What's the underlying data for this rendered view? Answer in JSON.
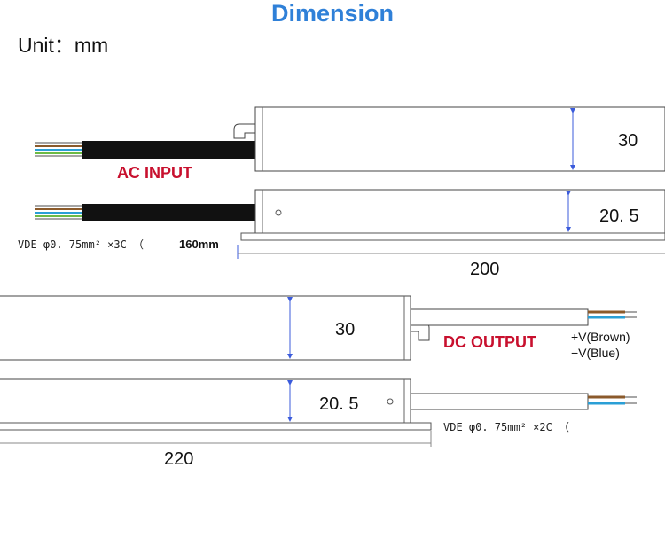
{
  "header": {
    "title": "Dimension",
    "unit": "Unit：mm",
    "title_color": "#2f80d8"
  },
  "ac_side": {
    "input_label": "AC INPUT",
    "height_value": "30",
    "depth_value": "20. 5",
    "cable_spec": "VDE  φ0. 75mm² ×3C （",
    "cable_length": "160mm",
    "length_value": "200"
  },
  "dc_side": {
    "output_label": "DC OUTPUT",
    "height_value": "30",
    "depth_value": "20. 5",
    "positive_wire": "+V(Brown)",
    "negative_wire": "−V(Blue)",
    "cable_spec": "VDE  φ0. 75mm² ×2C （",
    "length_value": "220"
  },
  "colors": {
    "label_red": "#c8102e",
    "dimension_blue": "#3b5bdb",
    "cable_black": "#111111",
    "wire_brown": "#8b5a2b",
    "wire_blue": "#2a9fd6",
    "wire_green": "#6dbb45"
  }
}
